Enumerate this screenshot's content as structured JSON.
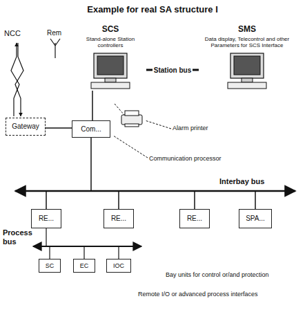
{
  "diagram": {
    "title": "Example for real SA structure I",
    "nodes": [
      {
        "text": [
          "SCS",
          "Stand-alone Station controllers"
        ]
      },
      {
        "text": [
          "SMS",
          "Data display, Telecontrol and other Parameters for SCS Interface"
        ]
      },
      {
        "text": [
          "Gateway"
        ]
      },
      {
        "text": [
          "Com..."
        ]
      },
      {
        "text": [
          "RE..."
        ]
      },
      {
        "text": [
          "RE..."
        ]
      },
      {
        "text": [
          "RE..."
        ]
      },
      {
        "text": [
          "SPA..."
        ]
      },
      {
        "text": [
          "SC"
        ]
      },
      {
        "text": [
          "EC"
        ]
      },
      {
        "text": [
          "IOC"
        ]
      }
    ],
    "edges": [
      {
        "from": 0,
        "to": 1,
        "label": "Station bus",
        "arrow": "none"
      },
      {
        "from": 2,
        "to": 3,
        "arrow": "none"
      },
      {
        "from": 3,
        "to": 0,
        "arrow": "none"
      }
    ],
    "labels": [
      "NCC",
      "Rem",
      "Alarm printer",
      "Communication processor",
      "Interbay bus",
      "Process bus",
      "Bay units for control or/and protection",
      "Remote I/O or advanced process interfaces"
    ]
  }
}
